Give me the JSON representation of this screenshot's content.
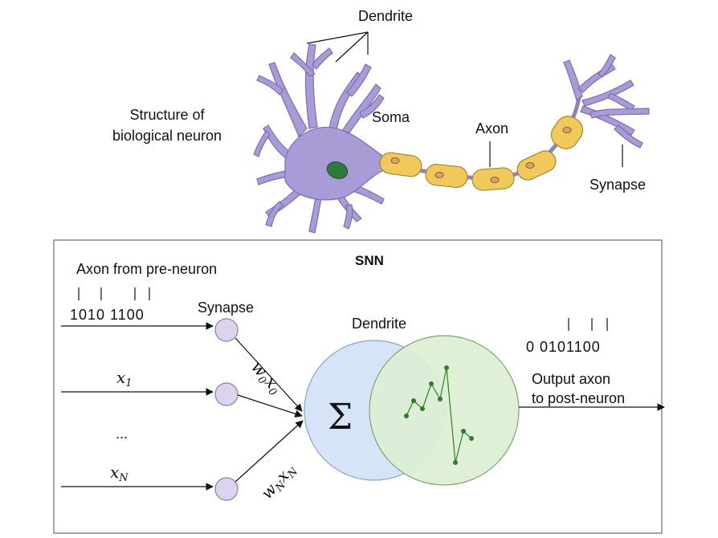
{
  "biological": {
    "caption_line1": "Structure of",
    "caption_line2": "biological neuron",
    "dendrite_label": "Dendrite",
    "soma_label": "Soma",
    "axon_label": "Axon",
    "synapse_label": "Synapse"
  },
  "snn": {
    "title": "SNN",
    "axon_from_pre": "Axon from pre-neuron",
    "input_bits": "1010 1100",
    "synapse_label": "Synapse",
    "dendrite_label": "Dendrite",
    "input_x1": "x",
    "input_x1_sub": "1",
    "input_xN": "x",
    "input_xN_sub": "N",
    "ellipsis": "...",
    "weight_top": "w",
    "weight_top_sub": "0",
    "weight_top_x": "x",
    "weight_top_x_sub": "0",
    "weight_bottom": "w",
    "weight_bottom_sub": "N",
    "weight_bottom_x": "x",
    "weight_bottom_x_sub": "N",
    "sum_symbol": "Σ",
    "output_bits": "0 0101100",
    "output_line1": "Output axon",
    "output_line2": "to post-neuron"
  },
  "colors": {
    "neuron_purple": "#a99bd6",
    "neuron_purple_stroke": "#6f5fa8",
    "nucleus_green": "#2f7a3c",
    "myelin_yellow": "#f0c95a",
    "myelin_stroke": "#a8862d",
    "synapse_node": "#ddd3ee",
    "sum_blue": "#d6e4f7",
    "dendrite_green": "#dcefd4",
    "trace_green": "#2e7d25"
  }
}
